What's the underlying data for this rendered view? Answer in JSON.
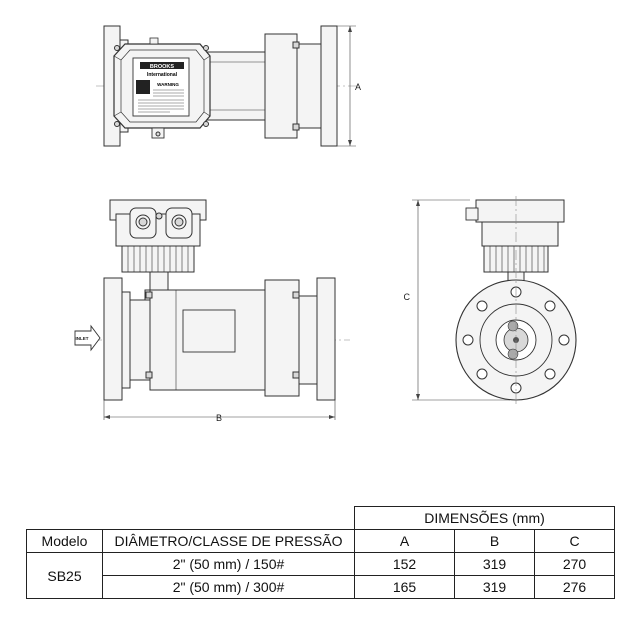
{
  "drawing": {
    "dim_labels": {
      "a": "A",
      "b": "B",
      "c": "C"
    },
    "inlet_label": "INLET",
    "nameplate": {
      "brand": "BROOKS",
      "sub": "International",
      "warning": "WARNING"
    }
  },
  "table": {
    "header_group": "DIMENSÕES (mm)",
    "col_model": "Modelo",
    "col_diameter": "DIÂMETRO/CLASSE DE PRESSÃO",
    "col_a": "A",
    "col_b": "B",
    "col_c": "C",
    "model": "SB25",
    "rows": [
      {
        "diameter": "2\" (50 mm) / 150#",
        "a": "152",
        "b": "319",
        "c": "270"
      },
      {
        "diameter": "2\" (50 mm) / 300#",
        "a": "165",
        "b": "319",
        "c": "276"
      }
    ]
  }
}
